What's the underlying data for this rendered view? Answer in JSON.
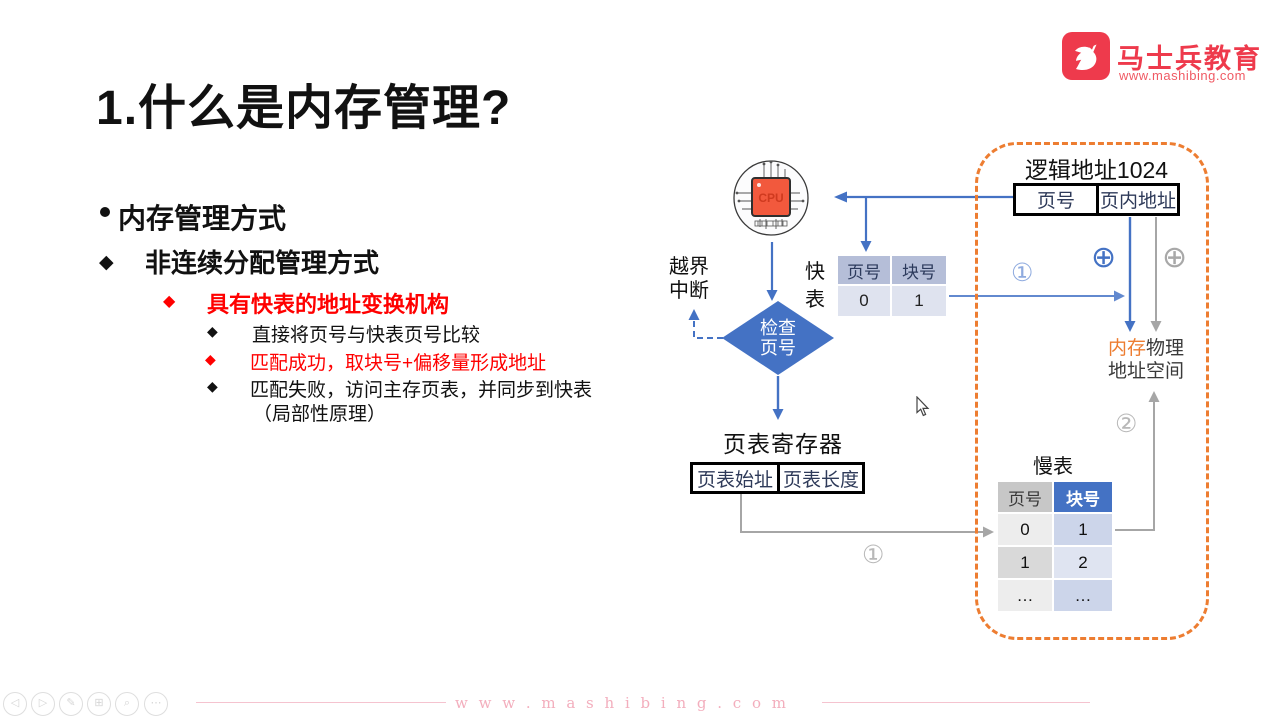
{
  "colors": {
    "accent_blue": "#4472c4",
    "light_blue_arrow": "#6289cf",
    "gray_connector": "#a6a6a6",
    "orange_dashed": "#ed7d31",
    "red_text": "#ff0000",
    "brand_red": "#ee3a4c",
    "tlb_header_bg": "#b5bed8",
    "tlb_row_bg": "#dfe3ef"
  },
  "title": "1.什么是内存管理?",
  "bullets": {
    "l1": "内存管理方式",
    "l2": "非连续分配管理方式",
    "l3": "具有快表的地址变换机构",
    "l4a": "直接将页号与快表页号比较",
    "l4b": "匹配成功，取块号+偏移量形成地址",
    "l4c": "匹配失败，访问主存页表，并同步到快表",
    "l4c2": "（局部性原理）"
  },
  "diagram": {
    "cpu_label": "CPU",
    "out_of_bounds_line1": "越界",
    "out_of_bounds_line2": "中断",
    "check_line1": "检查",
    "check_line2": "页号",
    "tlb_label_line1": "快",
    "tlb_label_line2": "表",
    "tlb": {
      "headers": [
        "页号",
        "块号"
      ],
      "row": [
        "0",
        "1"
      ]
    },
    "logical": {
      "title": "逻辑地址1024",
      "cells": [
        "页号",
        "页内地址"
      ]
    },
    "xor": "⊕",
    "step1": "①",
    "step2": "②",
    "memory_label": {
      "orange": "内存",
      "rest": "物理",
      "line2": "地址空间"
    },
    "register_label": "页表寄存器",
    "register_cells": [
      "页表始址",
      "页表长度"
    ],
    "slow": {
      "label": "慢表",
      "headers": [
        "页号",
        "块号"
      ],
      "rows": [
        [
          "0",
          "1"
        ],
        [
          "1",
          "2"
        ],
        [
          "…",
          "…"
        ]
      ]
    }
  },
  "logo": {
    "name": "马士兵教育",
    "url": "www.mashibing.com"
  },
  "footer": {
    "watermark": "w w w . m a s h i b i n g . c o m",
    "icons": [
      {
        "name": "prev",
        "glyph": "◁"
      },
      {
        "name": "next",
        "glyph": "▷"
      },
      {
        "name": "pen",
        "glyph": "✎"
      },
      {
        "name": "slides",
        "glyph": "⊞"
      },
      {
        "name": "search",
        "glyph": "⌕"
      },
      {
        "name": "more",
        "glyph": "⋯"
      }
    ]
  }
}
